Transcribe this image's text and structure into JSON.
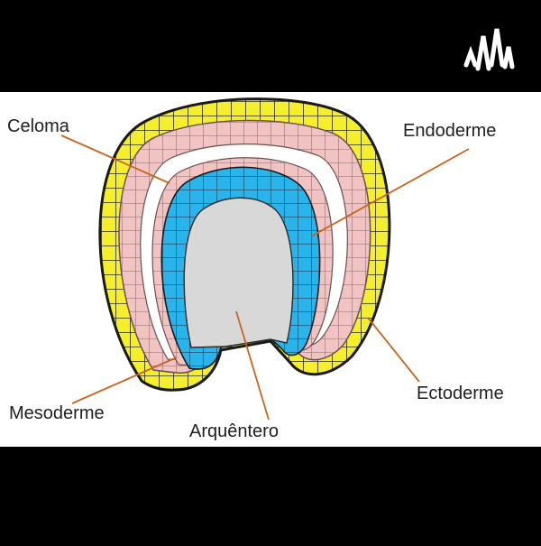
{
  "labels": {
    "celoma": "Celoma",
    "endoderme": "Endoderme",
    "ectoderme": "Ectoderme",
    "mesoderme": "Mesoderme",
    "arquentero": "Arquêntero"
  },
  "colors": {
    "background_bars": "#000000",
    "diagram_background": "#ffffff",
    "ectoderm": "#f5ee2b",
    "mesoderm": "#f2c3c3",
    "endoderm": "#2ab4ec",
    "archenteron": "#d8d8d8",
    "coelom": "#ffffff",
    "pointer_lines": "#c8641c",
    "outline": "#1a1a1a",
    "logo": "#ffffff"
  },
  "logo_icon": "podcast-waveform-icon"
}
